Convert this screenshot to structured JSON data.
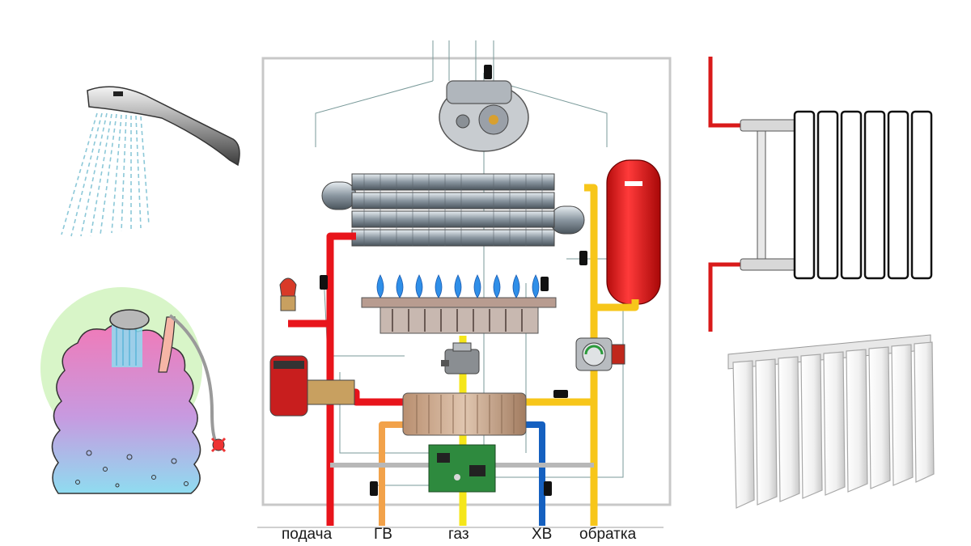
{
  "outlet_labels": {
    "supply": "подача",
    "hot_water": "ГВ",
    "gas": "газ",
    "cold_water": "ХВ",
    "return": "обратка"
  },
  "colors": {
    "supply_pipe": "#e8141b",
    "return_pipe": "#f7c61a",
    "hot_water_pipe": "#f2a24a",
    "cold_water_pipe": "#1560c0",
    "gas_pipe": "#f5e61a",
    "boiler_frame": "#c8c8c8",
    "expansion_tank": "#e11a1a",
    "burner_flame": "#2f8fe8",
    "control_board": "#2e8a3e",
    "radiator_pipe_hot": "#d91a1a"
  },
  "icons": {
    "shower": "hand-shower-icon",
    "bath": "foam-bath-icon",
    "radiator_wall": "wall-radiator-icon",
    "radiator": "aluminium-radiator-icon"
  }
}
